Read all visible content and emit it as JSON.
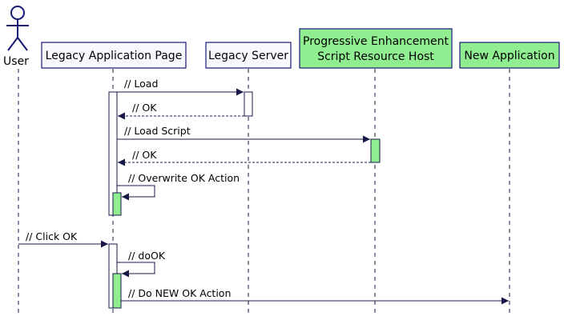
{
  "actor": {
    "label": "User"
  },
  "participants": {
    "legacy_page": {
      "label": "Legacy Application Page"
    },
    "legacy_server": {
      "label": "Legacy Server"
    },
    "script_host": {
      "line1": "Progressive Enhancement",
      "line2": "Script Resource Host"
    },
    "new_app": {
      "label": "New Application"
    }
  },
  "messages": {
    "load": "// Load",
    "ok1": "// OK",
    "load_script": "// Load Script",
    "ok2": "// OK",
    "overwrite": "// Overwrite OK Action",
    "click_ok": "// Click OK",
    "do_ok": "// doOK",
    "do_new_ok": "// Do NEW OK Action"
  },
  "colors": {
    "box_fill": "#f8f8ff",
    "box_stroke": "#181878",
    "highlight_fill": "#90ee90",
    "line": "#181848",
    "activation_fill": "#ffffff"
  }
}
